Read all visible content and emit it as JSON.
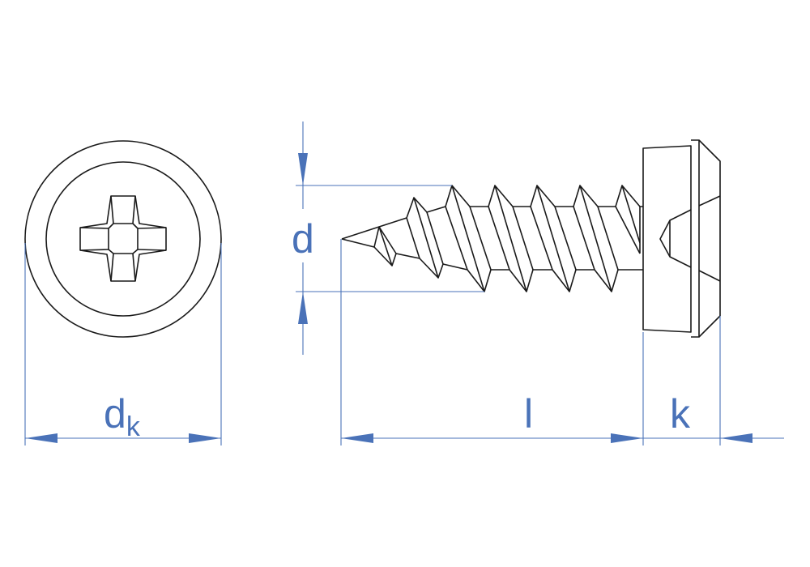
{
  "colors": {
    "outline": "#1a1a1a",
    "dimension": "#4a72b8",
    "background": "#ffffff"
  },
  "views": {
    "front": "screw-head-top-view",
    "side": "screw-side-view"
  },
  "labels": {
    "head_diameter_main": "d",
    "head_diameter_sub": "k",
    "thread_diameter": "d",
    "length": "l",
    "head_height": "k"
  }
}
